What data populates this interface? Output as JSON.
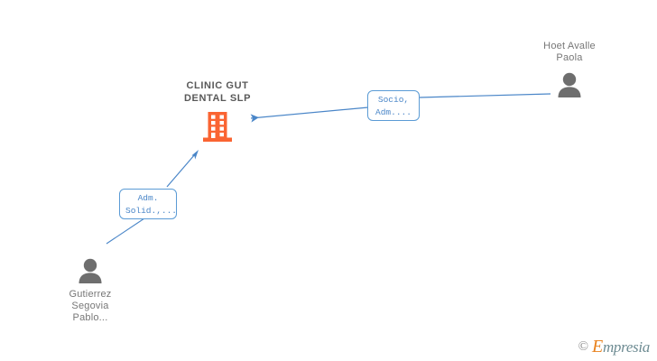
{
  "diagram": {
    "type": "corporate-relationship-graph",
    "background_color": "#ffffff",
    "company": {
      "name_line1": "CLINIC GUT",
      "name_line2": "DENTAL SLP",
      "icon": "building-icon",
      "icon_color": "#fa6432",
      "text_color": "#595959"
    },
    "persons": [
      {
        "id": "person-hoet-avalle-paola",
        "name_line1": "Hoet Avalle",
        "name_line2": "Paola",
        "name_line3": "",
        "icon": "person-icon",
        "icon_color": "#6e6e6e",
        "text_color": "#777777"
      },
      {
        "id": "person-gutierrez-segovia-pablo",
        "name_line1": "Gutierrez",
        "name_line2": "Segovia",
        "name_line3": "Pablo...",
        "icon": "person-icon",
        "icon_color": "#6e6e6e",
        "text_color": "#777777"
      }
    ],
    "relations": [
      {
        "id": "relation-socio-adm",
        "line1": "Socio,",
        "line2": "Adm....",
        "from": "person-hoet-avalle-paola",
        "to": "company",
        "border_color": "#5b9bd5",
        "text_color": "#4a86c8"
      },
      {
        "id": "relation-adm-solid",
        "line1": "Adm.",
        "line2": "Solid.,...",
        "from": "person-gutierrez-segovia-pablo",
        "to": "company",
        "border_color": "#5b9bd5",
        "text_color": "#4a86c8"
      }
    ],
    "edge_color": "#4a86c8"
  },
  "watermark": {
    "copyright_symbol": "©",
    "brand_first_letter": "E",
    "brand_rest": "mpresia",
    "brand_color_first": "#e8821e",
    "brand_color_rest": "#6d8b92"
  }
}
